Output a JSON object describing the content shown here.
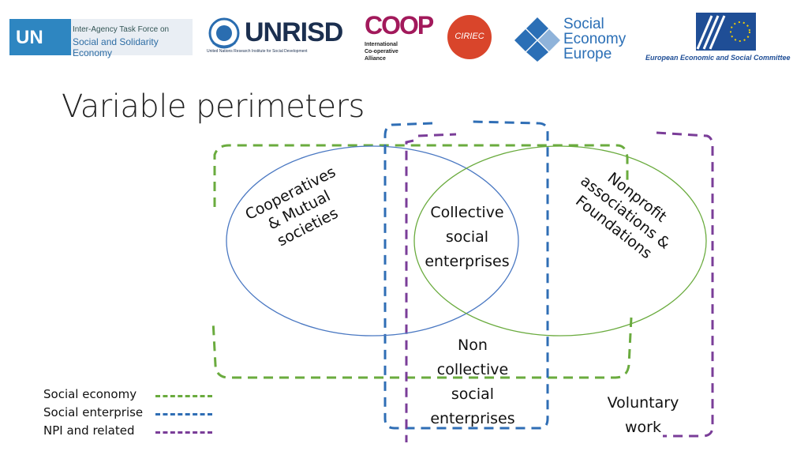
{
  "logos": {
    "un": {
      "mark": "UN",
      "line1": "Inter-Agency Task Force on",
      "line2": "Social and Solidarity Economy"
    },
    "unrisd": {
      "name": "UNRISD",
      "sub": "United Nations Research Institute for Social Development"
    },
    "ica": {
      "name": "COOP",
      "l1": "International",
      "l2": "Co-operative",
      "l3": "Alliance"
    },
    "ciriec": {
      "name": "CIRIEC"
    },
    "see": {
      "l1": "Social",
      "l2": "Economy",
      "l3": "Europe"
    },
    "eesc": {
      "name": "European Economic and Social Committee"
    }
  },
  "title": "Variable perimeters",
  "diagram": {
    "cooperatives": [
      "Cooperatives",
      "& Mutual",
      "societies"
    ],
    "collective": [
      "Collective",
      "social",
      "enterprises"
    ],
    "nonprofit": [
      "Nonprofit",
      "associations &",
      "Foundations"
    ],
    "noncollective": [
      "Non",
      "collective",
      "social",
      "enterprises"
    ],
    "voluntary": [
      "Voluntary",
      "work"
    ]
  },
  "legend": [
    {
      "label": "Social economy",
      "color": "#6aab3e"
    },
    {
      "label": "Social enterprise",
      "color": "#2f6eb5"
    },
    {
      "label": "NPI and related",
      "color": "#7a3d98"
    }
  ],
  "colors": {
    "green": "#6aab3e",
    "blue": "#2f6eb5",
    "purple": "#7a3d98",
    "circle_blue": "#4a78c2",
    "circle_green": "#6aab3e"
  }
}
